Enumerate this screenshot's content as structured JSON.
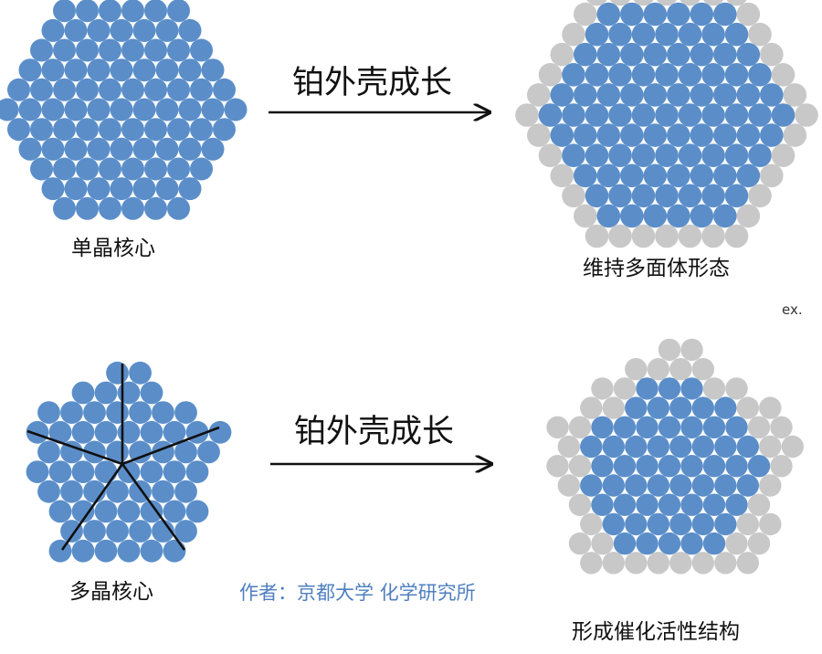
{
  "colors": {
    "core": "#5b8ec9",
    "shell": "#c8c8c8",
    "line": "#111111",
    "credit": "#4f7fc0",
    "background": "#ffffff"
  },
  "top_row": {
    "left_caption": "单晶核心",
    "arrow_label": "铂外壳成长",
    "right_caption": "维持多面体形态"
  },
  "bottom_row": {
    "left_caption": "多晶核心",
    "arrow_label": "铂外壳成长",
    "right_caption": "形成催化活性结构"
  },
  "credit": "作者：京都大学 化学研究所",
  "stray_mark": "ex."
}
